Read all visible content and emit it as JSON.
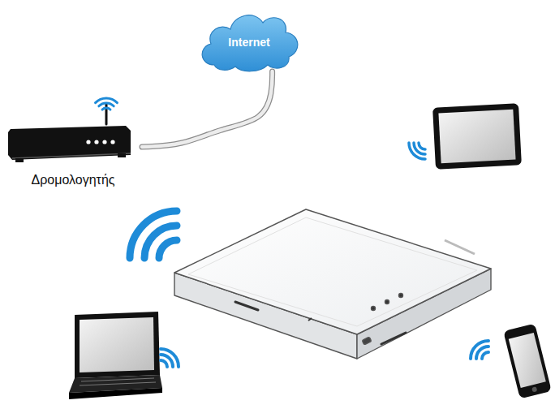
{
  "diagram": {
    "nodes": [
      {
        "text": [
          "Internet"
        ]
      },
      {
        "text": [
          "Δρομολογητής"
        ]
      }
    ],
    "edges": [
      {
        "from": 1,
        "to": 0,
        "arrow": "none"
      }
    ]
  }
}
